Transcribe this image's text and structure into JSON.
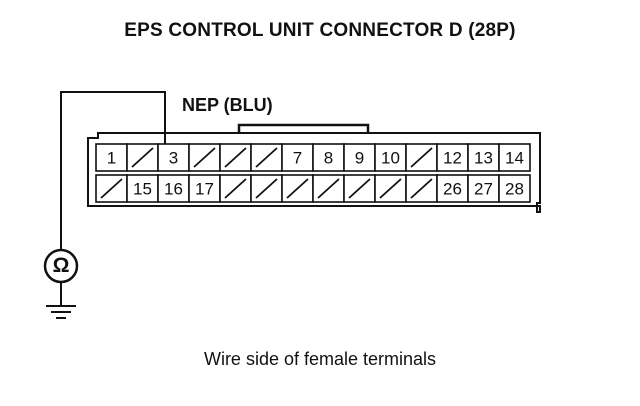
{
  "title": "EPS CONTROL UNIT CONNECTOR D (28P)",
  "wire_label": "NEP (BLU)",
  "caption": "Wire side of female terminals",
  "meter_symbol": "Ω",
  "connector": {
    "top_row": [
      "1",
      "",
      "3",
      "",
      "",
      "",
      "7",
      "8",
      "9",
      "10",
      "",
      "12",
      "13",
      "14"
    ],
    "bottom_row": [
      "",
      "15",
      "16",
      "17",
      "",
      "",
      "",
      "",
      "",
      "",
      "",
      "26",
      "27",
      "28"
    ]
  }
}
